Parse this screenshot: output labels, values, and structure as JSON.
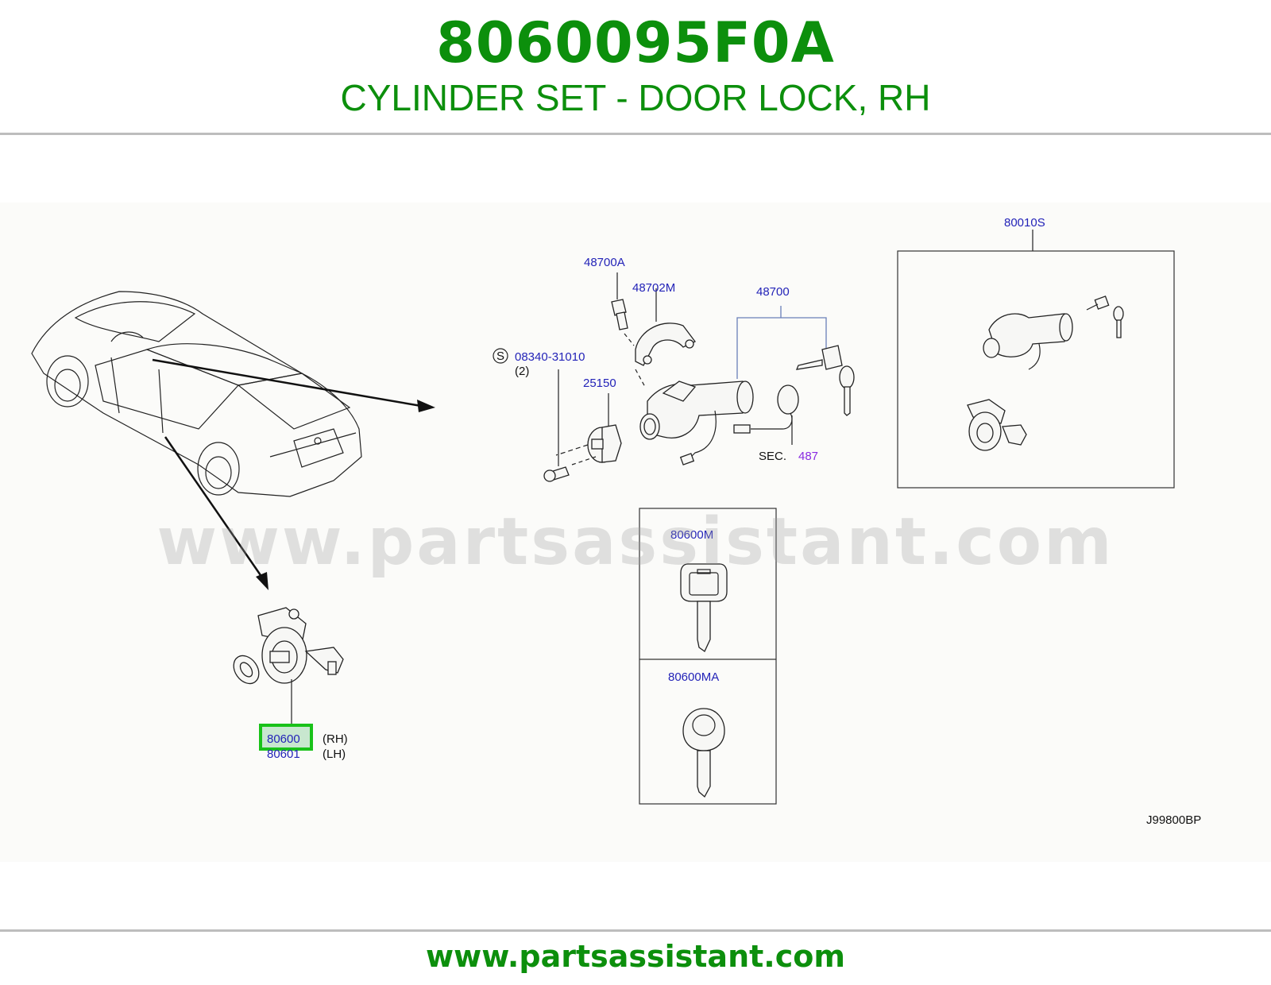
{
  "header": {
    "part_number": "8060095F0A",
    "description": "CYLINDER SET - DOOR LOCK, RH"
  },
  "watermark": "www.partsassistant.com",
  "footer": {
    "url": "www.partsassistant.com"
  },
  "diagram": {
    "code": "J99800BP",
    "labels": {
      "p48700A": "48700A",
      "p48702M": "48702M",
      "p48700": "48700",
      "p80010S": "80010S",
      "screw_mark": "S",
      "p08340": "08340-31010",
      "qty_2": "(2)",
      "p25150": "25150",
      "sec": "SEC.",
      "sec_num": "487",
      "p80600M": "80600M",
      "p80600MA": "80600MA",
      "p80600": "80600",
      "rh": "(RH)",
      "p80601": "80601",
      "lh": "(LH)"
    },
    "highlight_color": "#19c219",
    "label_color": "#2323b8",
    "sec_color": "#8a2be2"
  }
}
